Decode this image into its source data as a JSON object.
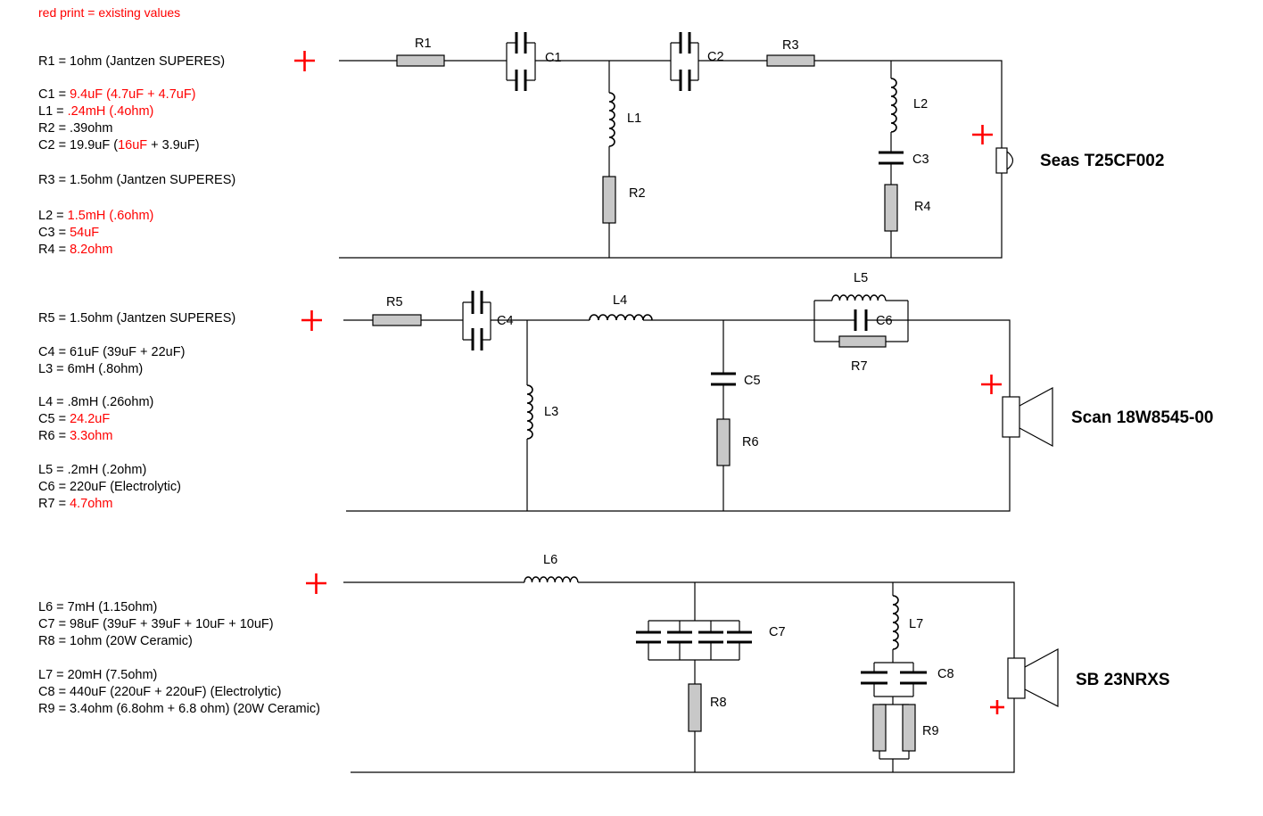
{
  "note": "red print = existing values",
  "sections": [
    {
      "lines": [
        [
          {
            "t": "R1 = 1ohm  (Jantzen SUPERES)",
            "r": false
          }
        ]
      ]
    },
    {
      "lines": [
        [
          {
            "t": "C1 = ",
            "r": false
          },
          {
            "t": "9.4uF (4.7uF + 4.7uF)",
            "r": true
          }
        ],
        [
          {
            "t": "L1 = ",
            "r": false
          },
          {
            "t": ".24mH (.4ohm)",
            "r": true
          }
        ],
        [
          {
            "t": "R2 = .39ohm",
            "r": false
          }
        ],
        [
          {
            "t": "C2 = 19.9uF (",
            "r": false
          },
          {
            "t": "16uF",
            "r": true
          },
          {
            "t": " + 3.9uF)",
            "r": false
          }
        ]
      ]
    },
    {
      "lines": [
        [
          {
            "t": "R3 = 1.5ohm (Jantzen SUPERES)",
            "r": false
          }
        ]
      ]
    },
    {
      "lines": [
        [
          {
            "t": "L2 = ",
            "r": false
          },
          {
            "t": "1.5mH (.6ohm)",
            "r": true
          }
        ],
        [
          {
            "t": "C3 = ",
            "r": false
          },
          {
            "t": "54uF",
            "r": true
          }
        ],
        [
          {
            "t": "R4 = ",
            "r": false
          },
          {
            "t": "8.2ohm",
            "r": true
          }
        ]
      ]
    },
    {
      "lines": [
        [
          {
            "t": "R5 = 1.5ohm (Jantzen SUPERES)",
            "r": false
          }
        ]
      ]
    },
    {
      "lines": [
        [
          {
            "t": "C4 = 61uF (39uF + 22uF)",
            "r": false
          }
        ],
        [
          {
            "t": "L3 = 6mH (.8ohm)",
            "r": false
          }
        ]
      ]
    },
    {
      "lines": [
        [
          {
            "t": "L4 = .8mH (.26ohm)",
            "r": false
          }
        ],
        [
          {
            "t": "C5 = ",
            "r": false
          },
          {
            "t": "24.2uF",
            "r": true
          }
        ],
        [
          {
            "t": "R6 = ",
            "r": false
          },
          {
            "t": "3.3ohm",
            "r": true
          }
        ]
      ]
    },
    {
      "lines": [
        [
          {
            "t": "L5 = .2mH (.2ohm)",
            "r": false
          }
        ],
        [
          {
            "t": "C6 = 220uF (Electrolytic)",
            "r": false
          }
        ],
        [
          {
            "t": "R7 = ",
            "r": false
          },
          {
            "t": "4.7ohm",
            "r": true
          }
        ]
      ]
    },
    {
      "lines": [
        [
          {
            "t": "L6 = 7mH (1.15ohm)",
            "r": false
          }
        ],
        [
          {
            "t": "C7 = 98uF (39uF + 39uF + 10uF + 10uF)",
            "r": false
          }
        ],
        [
          {
            "t": "R8 = 1ohm (20W Ceramic)",
            "r": false
          }
        ]
      ]
    },
    {
      "lines": [
        [
          {
            "t": "L7 = 20mH (7.5ohm)",
            "r": false
          }
        ],
        [
          {
            "t": "C8 = 440uF (220uF + 220uF) (Electrolytic)",
            "r": false
          }
        ],
        [
          {
            "t": "R9 = 3.4ohm (6.8ohm + 6.8 ohm) (20W Ceramic)",
            "r": false
          }
        ]
      ]
    }
  ],
  "components": {
    "R1": "R1",
    "C1": "C1",
    "C2": "C2",
    "R3": "R3",
    "L1": "L1",
    "R2": "R2",
    "L2": "L2",
    "C3": "C3",
    "R4": "R4",
    "R5": "R5",
    "C4": "C4",
    "L4": "L4",
    "L5": "L5",
    "C6": "C6",
    "R7": "R7",
    "L3": "L3",
    "C5": "C5",
    "R6": "R6",
    "L6": "L6",
    "C7": "C7",
    "R8": "R8",
    "L7": "L7",
    "C8": "C8",
    "R9": "R9"
  },
  "drivers": {
    "tweeter": "Seas T25CF002",
    "mid": "Scan 18W8545-00",
    "woofer": "SB 23NRXS"
  },
  "colors": {
    "existing_value": "#ff0000",
    "resistor_fill": "#c8c8c8",
    "polarity_mark": "#ff0000"
  }
}
